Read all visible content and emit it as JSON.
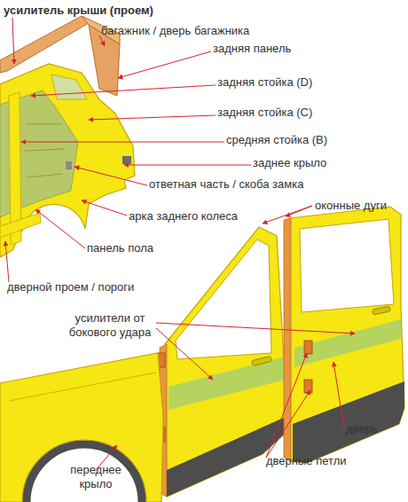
{
  "diagram": {
    "labels": [
      "усилитель крыши (проем)",
      "багажник / дверь багажника",
      "задняя панель",
      "задняя стойка (D)",
      "задняя стойка (C)",
      "средняя стойка (B)",
      "заднее крыло",
      "ответная часть / скоба замка",
      "оконные дуги",
      "арка заднего колеса",
      "панель пола",
      "дверной проем / пороги",
      "усилители от бокового удара",
      "дверь",
      "дверные петли",
      "переднее крыло"
    ]
  }
}
